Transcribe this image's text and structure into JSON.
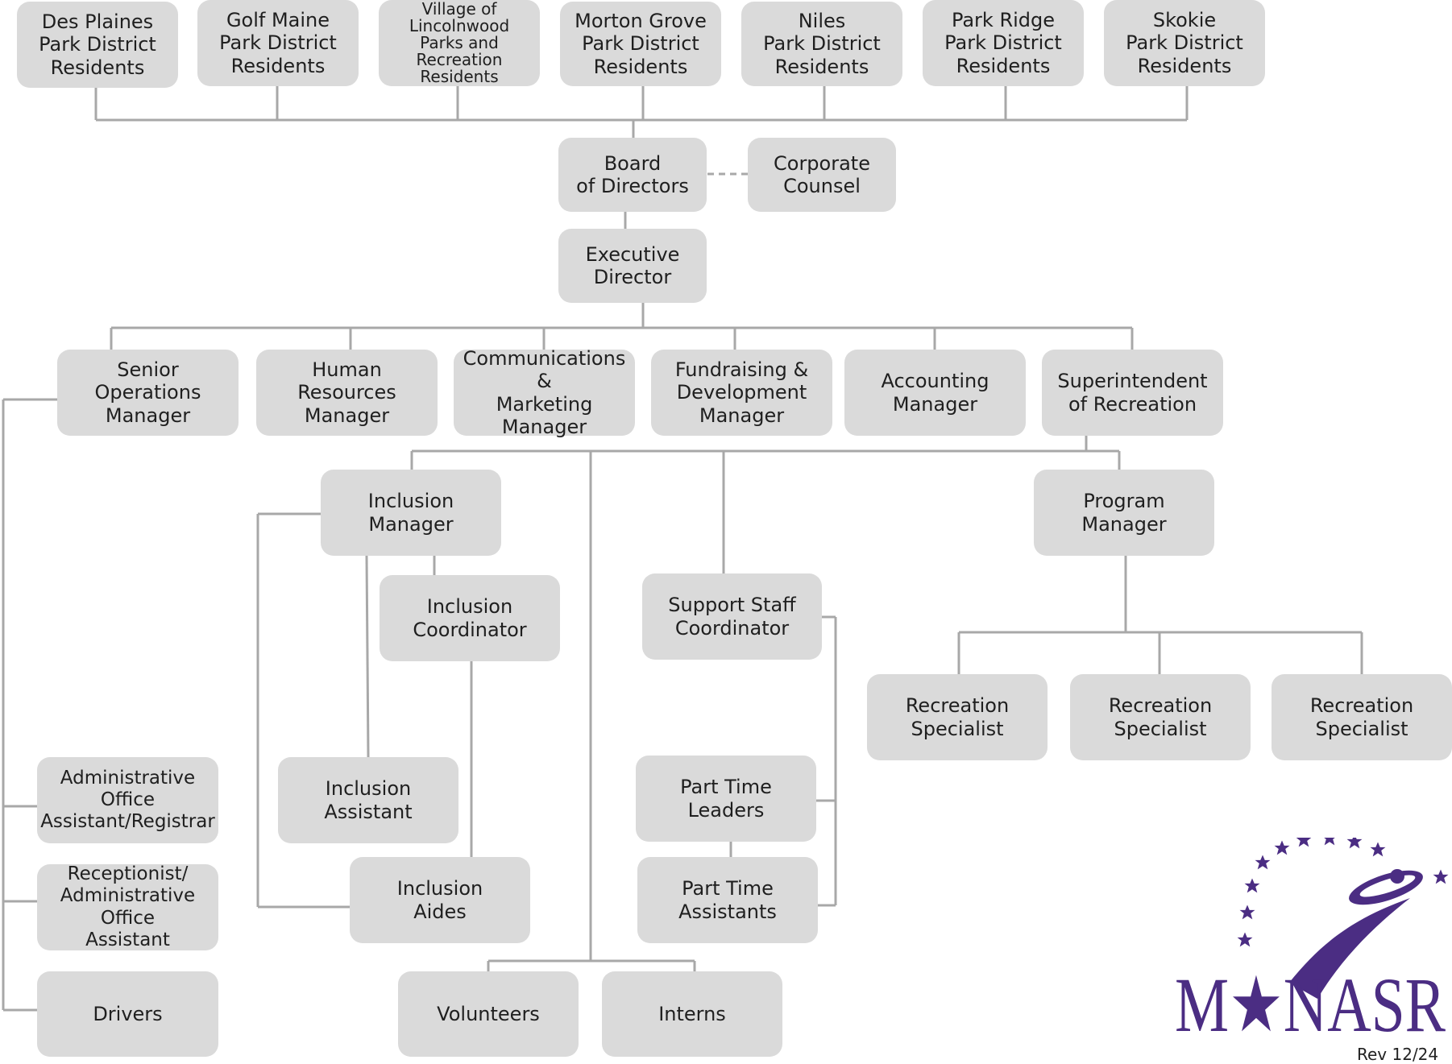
{
  "residents": [
    "Des Plaines\nPark District\nResidents",
    "Golf Maine\nPark District\nResidents",
    "Village of\nLincolnwood\nParks and Recreation\nResidents",
    "Morton Grove\nPark District\nResidents",
    "Niles\nPark District\nResidents",
    "Park Ridge\nPark District\nResidents",
    "Skokie\nPark District\nResidents"
  ],
  "board": "Board\nof Directors",
  "counsel": "Corporate\nCounsel",
  "executive": "Executive\nDirector",
  "managers": [
    "Senior Operations\nManager",
    "Human Resources\nManager",
    "Communications &\nMarketing Manager",
    "Fundraising &\nDevelopment\nManager",
    "Accounting\nManager",
    "Superintendent\nof Recreation"
  ],
  "ops_staff": [
    "Administrative Office\nAssistant/Registrar",
    "Receptionist/\nAdministrative Office\nAssistant",
    "Drivers"
  ],
  "inclusion": {
    "manager": "Inclusion\nManager",
    "coordinator": "Inclusion\nCoordinator",
    "assistant": "Inclusion\nAssistant",
    "aides": "Inclusion\nAides"
  },
  "support": {
    "coordinator": "Support Staff\nCoordinator",
    "leaders": "Part Time\nLeaders",
    "assistants": "Part Time\nAssistants"
  },
  "volunteers": "Volunteers",
  "interns": "Interns",
  "program": {
    "manager": "Program\nManager",
    "specialists": [
      "Recreation\nSpecialist",
      "Recreation\nSpecialist",
      "Recreation\nSpecialist"
    ]
  },
  "logo": {
    "text": "M★NASR",
    "color": "#4b2d83"
  },
  "revision": "Rev 12/24",
  "colors": {
    "box": "#dadada",
    "line": "#a8a8a8",
    "brand": "#4b2d83"
  }
}
